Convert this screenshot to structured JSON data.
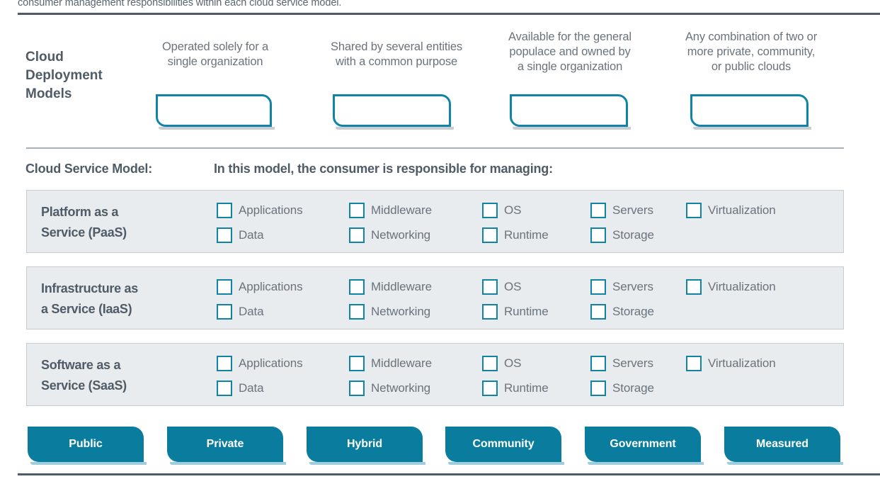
{
  "intro": {
    "text": "consumer management responsibilities within each cloud service model."
  },
  "colors": {
    "teal": "#0a7d9e",
    "teal_outline": "#1183a5",
    "row_bg": "#e8ecef",
    "heading_text": "#4f5b66",
    "body_text": "#6a737c",
    "rule_dark": "#4e5b6b",
    "rule_light": "#a9afb6"
  },
  "deployment": {
    "label": "Cloud Deployment Models",
    "label_lines": [
      "Cloud",
      "Deployment",
      "Models"
    ],
    "columns": [
      {
        "caption": "Operated solely for a single organization",
        "caption_lines": [
          "Operated solely for a",
          "single organization"
        ],
        "box_value": ""
      },
      {
        "caption": "Shared by several entities with a common purpose",
        "caption_lines": [
          "Shared by several entities",
          "with a common purpose"
        ],
        "box_value": ""
      },
      {
        "caption": "Available for the general populace and owned by a single organization",
        "caption_lines": [
          "Available for the general",
          "populace and owned by",
          "a single organization"
        ],
        "box_value": ""
      },
      {
        "caption": "Any combination of two or more private, community, or public clouds",
        "caption_lines": [
          "Any combination of two or",
          "more private, community,",
          "or public clouds"
        ],
        "box_value": ""
      }
    ]
  },
  "service_section": {
    "left_heading": "Cloud Service Model:",
    "right_heading": "In this model, the consumer is responsible for managing:",
    "checkbox_options": [
      "Applications",
      "Data",
      "Middleware",
      "Networking",
      "OS",
      "Runtime",
      "Servers",
      "Storage",
      "Virtualization"
    ],
    "rows": [
      {
        "name": "Platform as a Service (PaaS)",
        "name_lines": [
          "Platform as a",
          "Service (PaaS)"
        ],
        "items": [
          {
            "label": "Applications",
            "checked": false
          },
          {
            "label": "Data",
            "checked": false
          },
          {
            "label": "Middleware",
            "checked": false
          },
          {
            "label": "Networking",
            "checked": false
          },
          {
            "label": "OS",
            "checked": false
          },
          {
            "label": "Runtime",
            "checked": false
          },
          {
            "label": "Servers",
            "checked": false
          },
          {
            "label": "Storage",
            "checked": false
          },
          {
            "label": "Virtualization",
            "checked": false
          }
        ]
      },
      {
        "name": "Infrastructure as a Service (IaaS)",
        "name_lines": [
          "Infrastructure as",
          "a Service (IaaS)"
        ],
        "items": [
          {
            "label": "Applications",
            "checked": false
          },
          {
            "label": "Data",
            "checked": false
          },
          {
            "label": "Middleware",
            "checked": false
          },
          {
            "label": "Networking",
            "checked": false
          },
          {
            "label": "OS",
            "checked": false
          },
          {
            "label": "Runtime",
            "checked": false
          },
          {
            "label": "Servers",
            "checked": false
          },
          {
            "label": "Storage",
            "checked": false
          },
          {
            "label": "Virtualization",
            "checked": false
          }
        ]
      },
      {
        "name": "Software as a Service (SaaS)",
        "name_lines": [
          "Software as a",
          "Service (SaaS)"
        ],
        "items": [
          {
            "label": "Applications",
            "checked": false
          },
          {
            "label": "Data",
            "checked": false
          },
          {
            "label": "Middleware",
            "checked": false
          },
          {
            "label": "Networking",
            "checked": false
          },
          {
            "label": "OS",
            "checked": false
          },
          {
            "label": "Runtime",
            "checked": false
          },
          {
            "label": "Servers",
            "checked": false
          },
          {
            "label": "Storage",
            "checked": false
          },
          {
            "label": "Virtualization",
            "checked": false
          }
        ]
      }
    ]
  },
  "buttons": [
    {
      "label": "Public"
    },
    {
      "label": "Private"
    },
    {
      "label": "Hybrid"
    },
    {
      "label": "Community"
    },
    {
      "label": "Government"
    },
    {
      "label": "Measured"
    }
  ]
}
